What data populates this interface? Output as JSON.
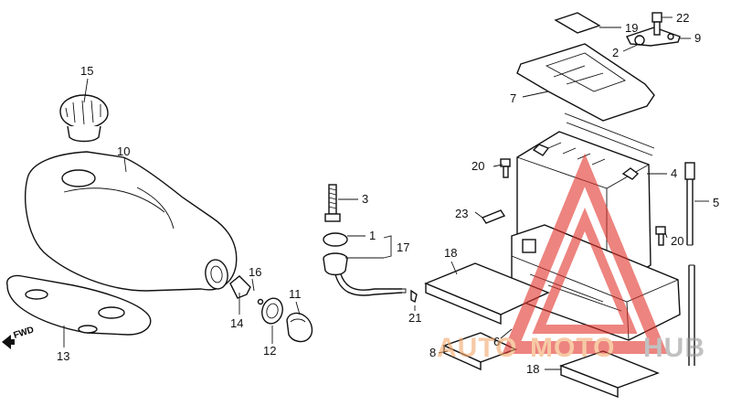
{
  "labels": {
    "l1": "1",
    "l2": "2",
    "l3": "3",
    "l4": "4",
    "l5": "5",
    "l6": "6",
    "l7": "7",
    "l8": "8",
    "l9": "9",
    "l10": "10",
    "l11": "11",
    "l12": "12",
    "l13": "13",
    "l14": "14",
    "l15": "15",
    "l16": "16",
    "l17": "17",
    "l18a": "18",
    "l18b": "18",
    "l19": "19",
    "l20a": "20",
    "l20b": "20",
    "l21": "21",
    "l22": "22",
    "l23": "23"
  },
  "fwd": "FWD",
  "watermark": {
    "text_a": "AUTO",
    "text_b": "MOTO",
    "text_c": "HUB",
    "color_a": "#f2a86a",
    "color_b": "#e2332b"
  }
}
